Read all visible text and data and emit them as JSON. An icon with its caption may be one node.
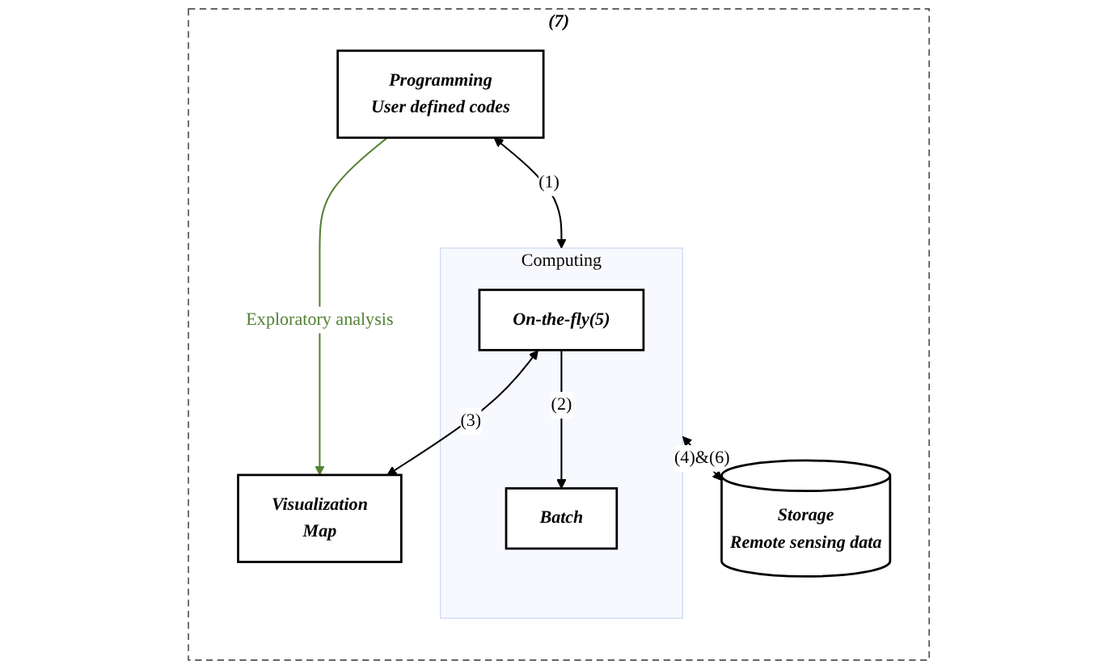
{
  "diagram": {
    "nodes": [
      {
        "text": [
          "(7)"
        ]
      },
      {
        "text": [
          "Programming",
          "User defined codes"
        ],
        "in": 0
      },
      {
        "text": [
          "Visualization",
          "Map"
        ],
        "in": 0
      },
      {
        "text": [
          "Computing"
        ],
        "in": 0
      },
      {
        "text": [
          "On-the-fly(5)"
        ],
        "in": 3
      },
      {
        "text": [
          "Batch"
        ],
        "in": 3
      },
      {
        "text": [
          "Storage",
          "Remote sensing data"
        ],
        "in": 0
      }
    ],
    "edges": [
      {
        "from": 1,
        "to": 3,
        "arrow": "both",
        "label": "(1)"
      },
      {
        "from": 4,
        "to": 2,
        "arrow": "both",
        "label": "(3)"
      },
      {
        "from": 1,
        "to": 2,
        "arrow": "to",
        "label": "Exploratory analysis",
        "color": "#548235"
      },
      {
        "from": 4,
        "to": 5,
        "arrow": "to",
        "label": "(2)"
      },
      {
        "from": 3,
        "to": 6,
        "arrow": "both",
        "label": "(4)&(6)"
      }
    ]
  }
}
